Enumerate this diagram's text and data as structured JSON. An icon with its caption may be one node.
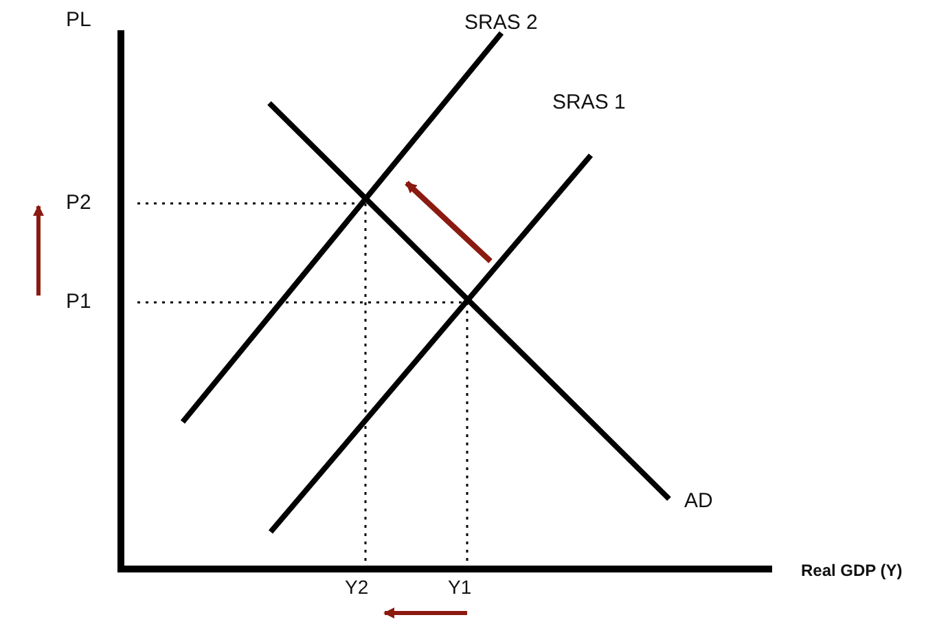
{
  "diagram": {
    "labels": [
      "PL",
      "SRAS 2",
      "SRAS 1",
      "P2",
      "P1",
      "AD",
      "Real GDP (Y)",
      "Y2",
      "Y1"
    ]
  }
}
